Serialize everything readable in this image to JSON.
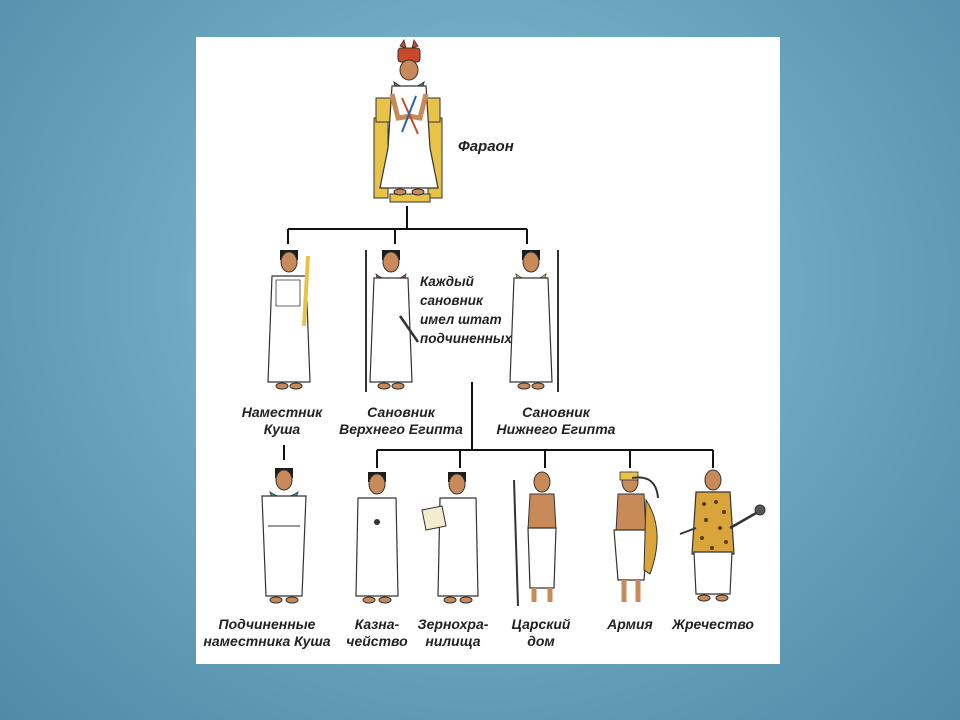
{
  "pharaoh": {
    "label": "Фараон"
  },
  "note": {
    "lines": [
      "Каждый",
      "сановник",
      "имел штат",
      "подчиненных."
    ]
  },
  "level2": {
    "kush_governor": {
      "line1": "Наместник",
      "line2": "Куша"
    },
    "upper_dignitary": {
      "line1": "Сановник",
      "line2": "Верхнего Египта"
    },
    "lower_dignitary": {
      "line1": "Сановник",
      "line2": "Нижнего Египта"
    }
  },
  "level3": {
    "kush_subordinates": {
      "line1": "Подчиненные",
      "line2": "наместника Куша"
    },
    "treasury": {
      "line1": "Казна-",
      "line2": "чейство"
    },
    "granaries": {
      "line1": "Зернохра-",
      "line2": "нилища"
    },
    "royal_house": {
      "line1": "Царский",
      "line2": "дом"
    },
    "army": {
      "line1": "Армия"
    },
    "priesthood": {
      "line1": "Жречество"
    }
  },
  "colors": {
    "background": "#6ea9c2",
    "panel": "#ffffff",
    "robe": "#ffffff",
    "skin": "#c98a5a",
    "hair": "#1c1c1c",
    "gold": "#e8c34a",
    "crown_red": "#c94a2a",
    "leopard": "#d9a53a"
  }
}
